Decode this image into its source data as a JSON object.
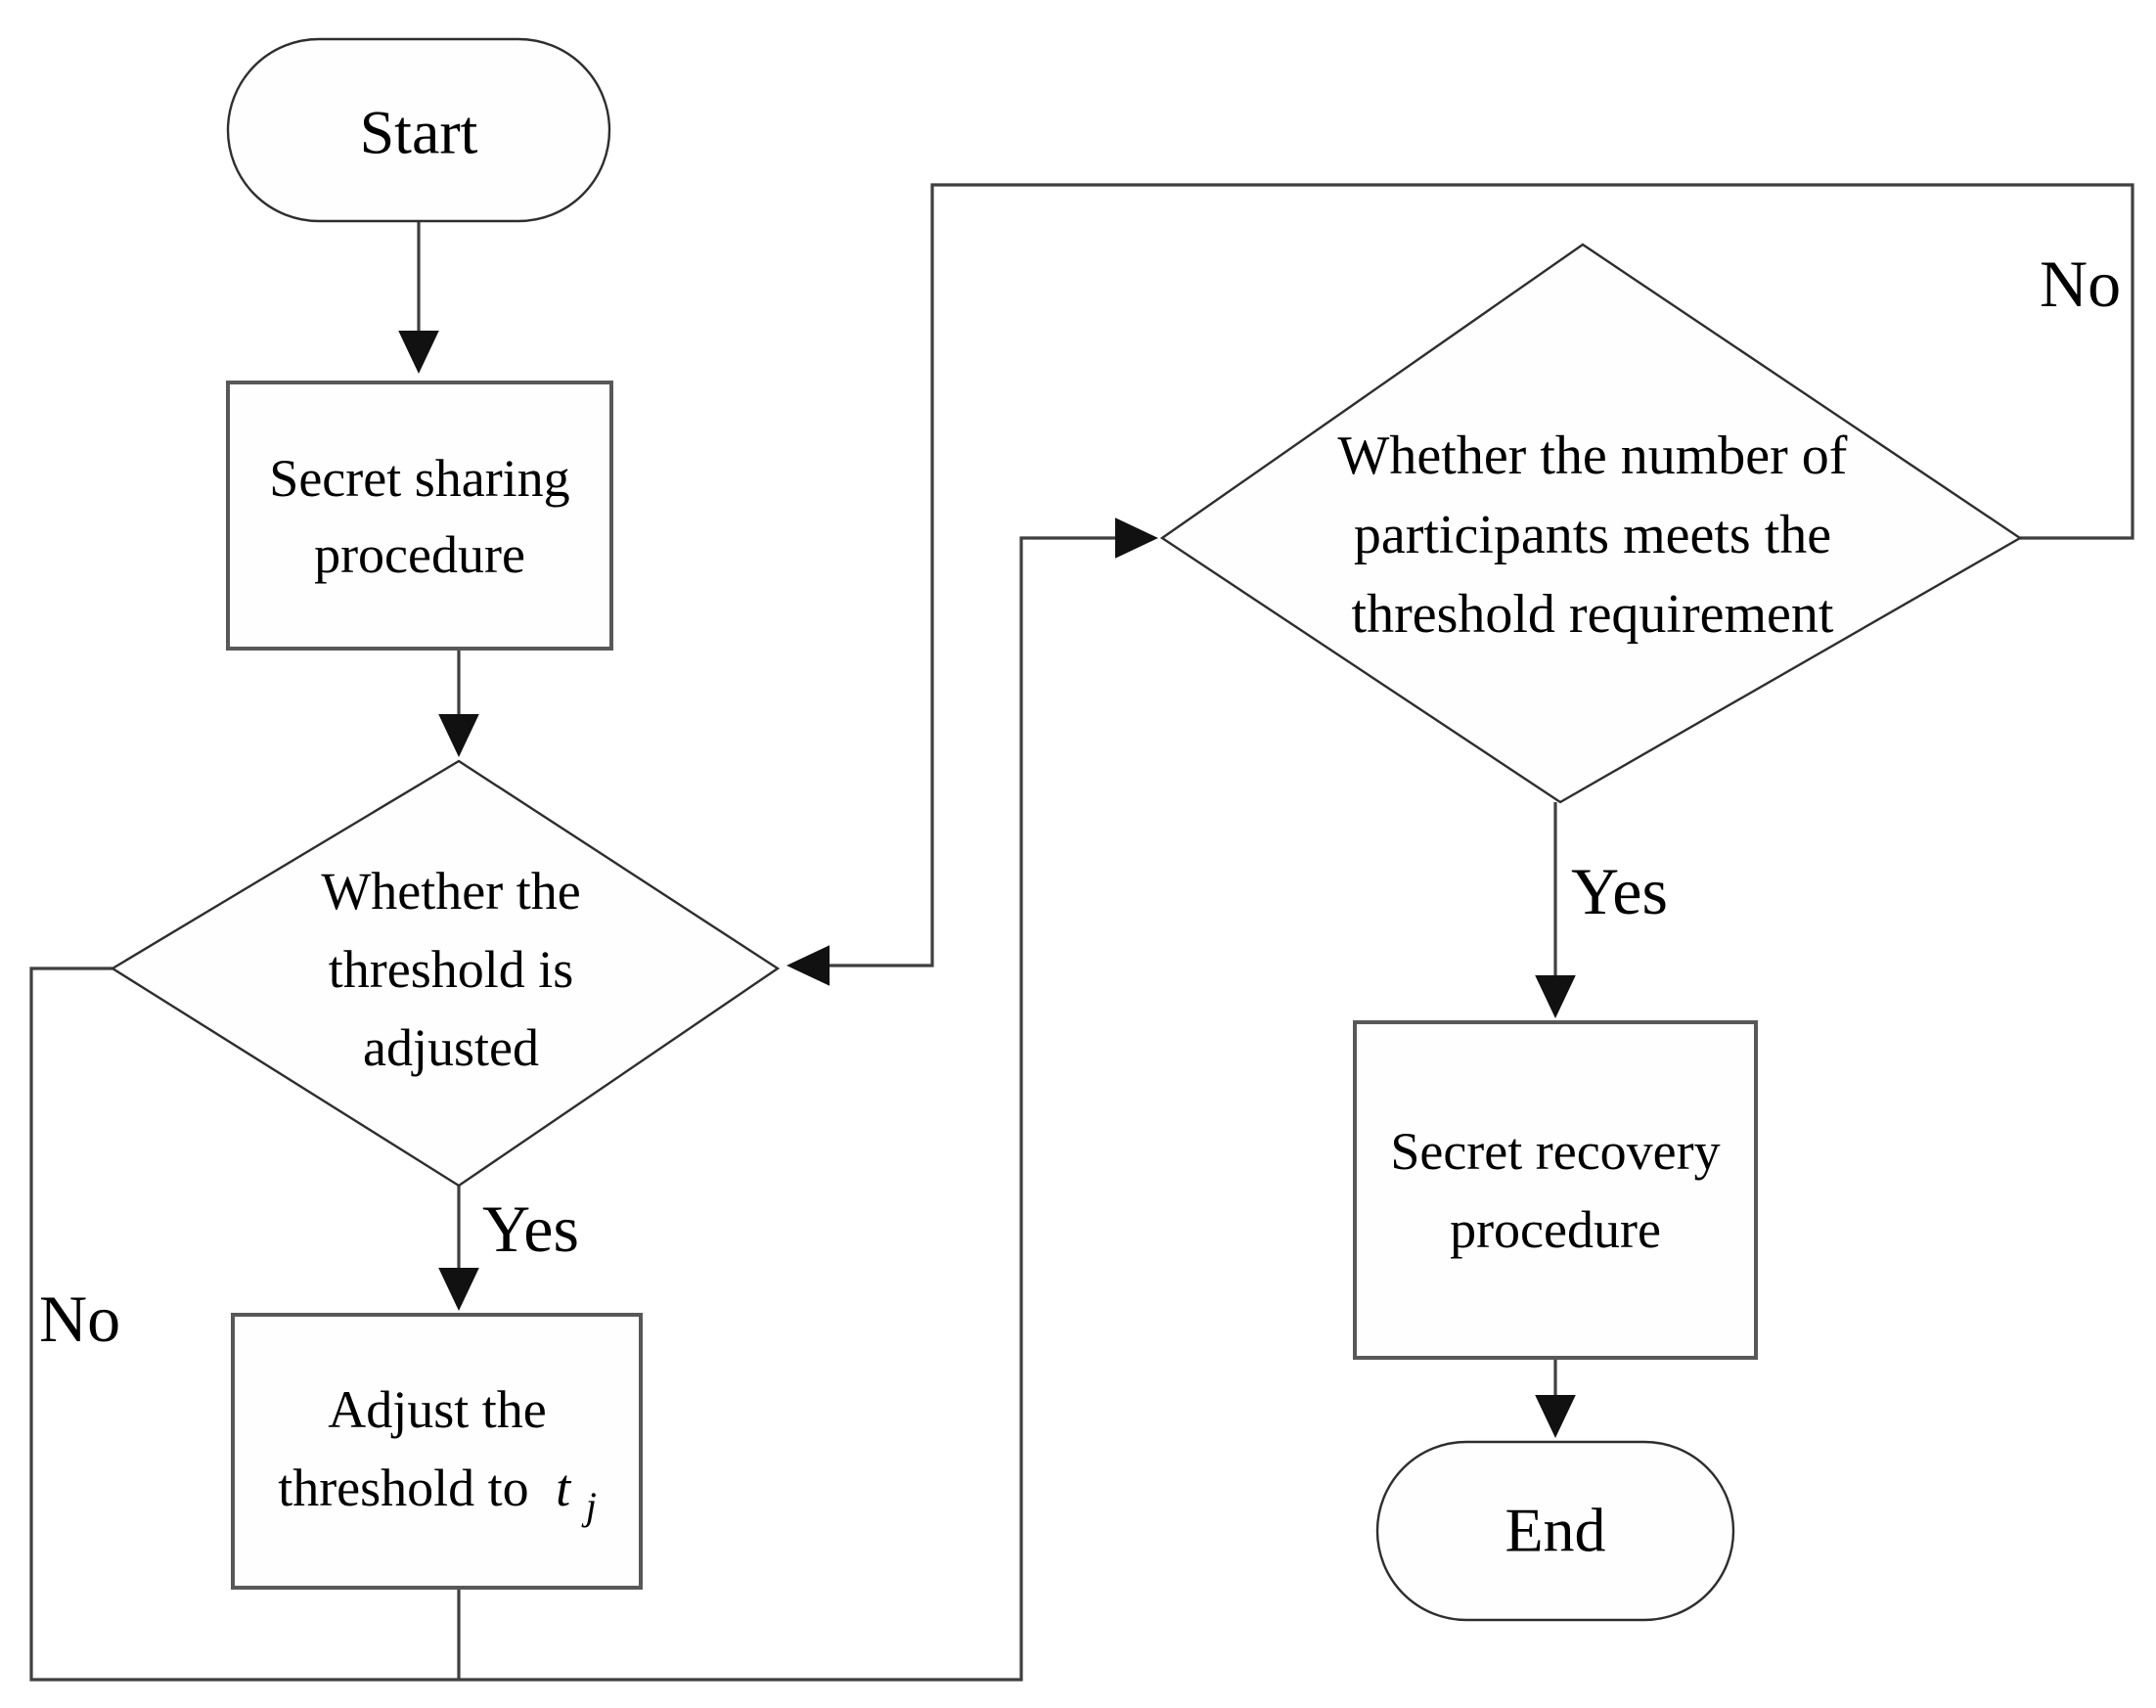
{
  "diagram": {
    "type": "flowchart",
    "background": "#ffffff",
    "line_color": "#3f3f3f",
    "text_color": "#000000"
  },
  "nodes": {
    "start": {
      "shape": "terminator",
      "label": "Start"
    },
    "secret_sharing": {
      "shape": "process",
      "lines": [
        "Secret sharing",
        "procedure"
      ]
    },
    "threshold_adjusted": {
      "shape": "decision",
      "lines": [
        "Whether the",
        "threshold is",
        "adjusted"
      ]
    },
    "adjust_threshold": {
      "shape": "process",
      "lines": [
        "Adjust the",
        "threshold to"
      ],
      "variable": {
        "symbol": "t",
        "subscript": "j"
      }
    },
    "participants_threshold": {
      "shape": "decision",
      "lines": [
        "Whether the number of",
        "participants meets the",
        "threshold requirement"
      ]
    },
    "secret_recovery": {
      "shape": "process",
      "lines": [
        "Secret recovery",
        "procedure"
      ]
    },
    "end": {
      "shape": "terminator",
      "label": "End"
    }
  },
  "edge_labels": {
    "threshold_adjusted_yes": "Yes",
    "threshold_adjusted_no": "No",
    "participants_yes": "Yes",
    "participants_no": "No"
  }
}
